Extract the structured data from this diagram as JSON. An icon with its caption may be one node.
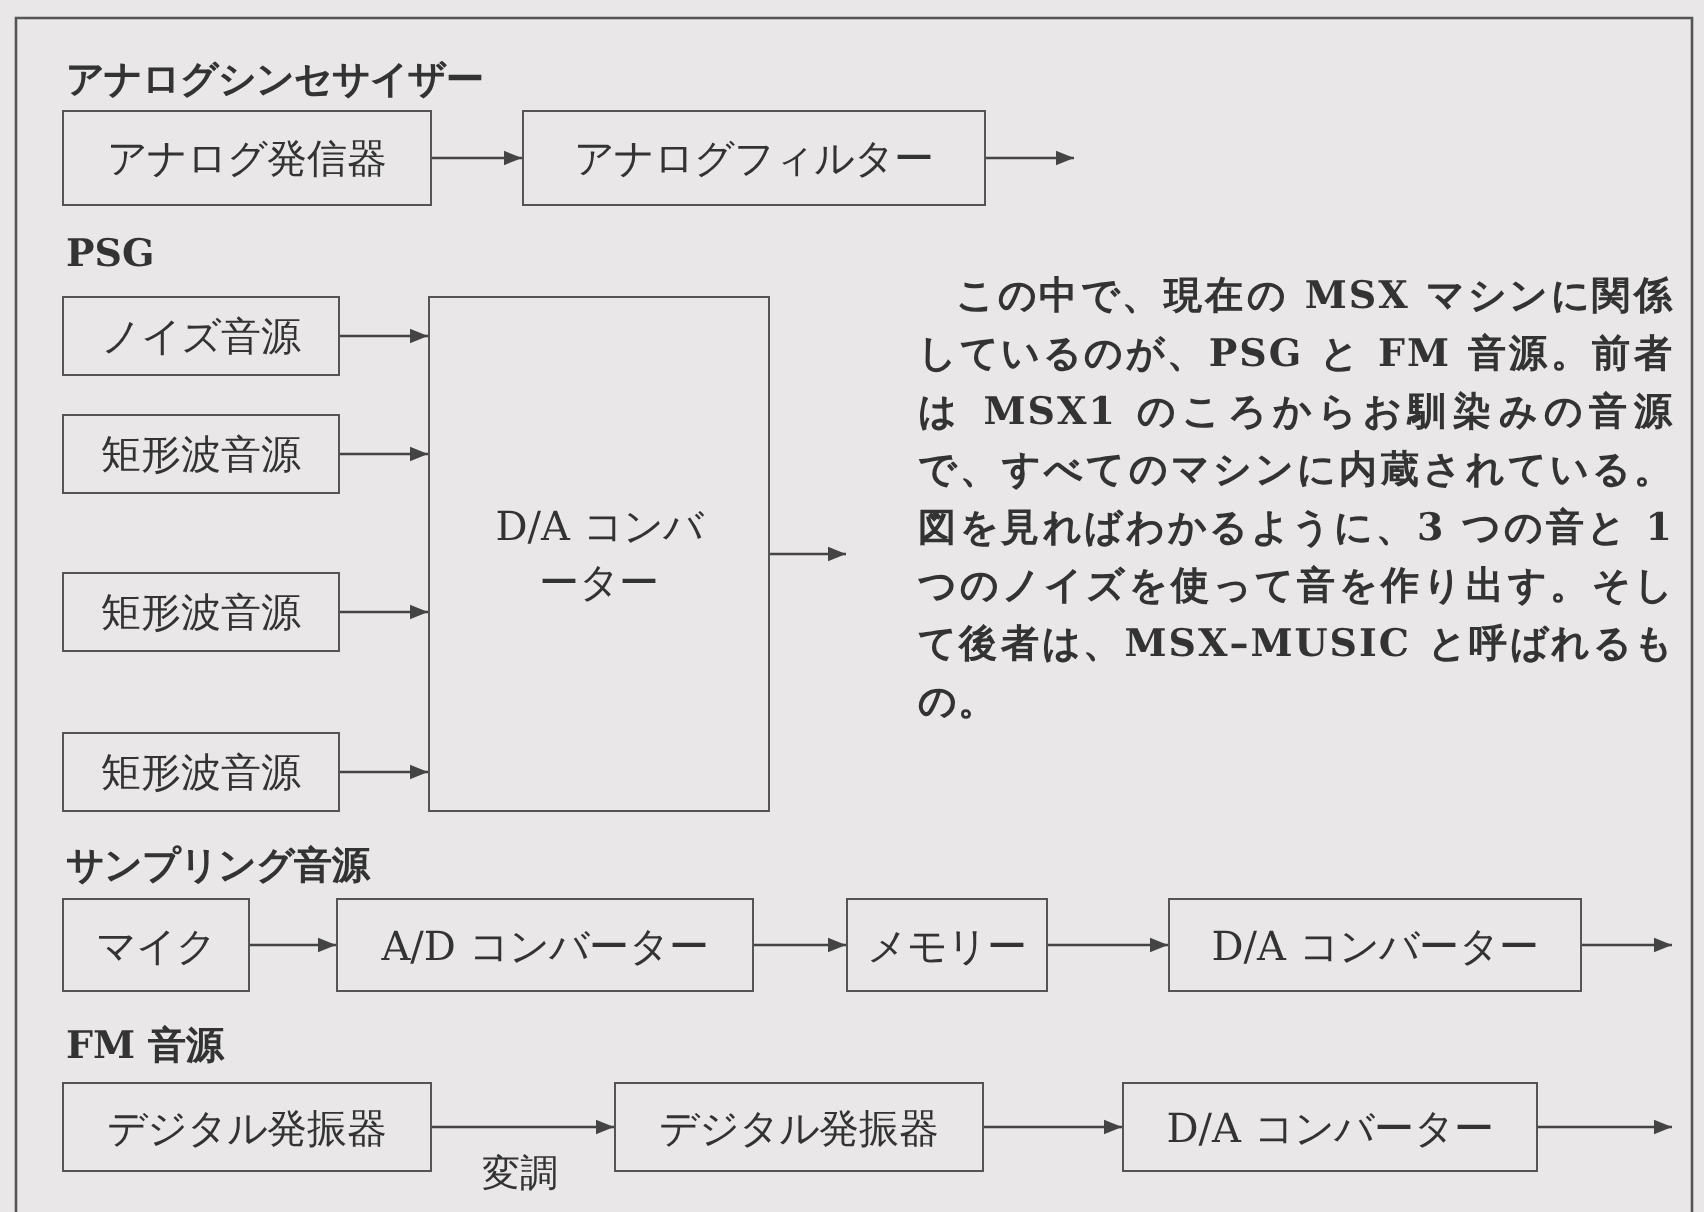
{
  "diagram": {
    "nodes": [
      {
        "text": [
          "アナログ発信器"
        ]
      },
      {
        "text": [
          "アナログフィルター"
        ]
      },
      {
        "text": [
          "ノイズ音源"
        ]
      },
      {
        "text": [
          "矩形波音源"
        ]
      },
      {
        "text": [
          "矩形波音源"
        ]
      },
      {
        "text": [
          "矩形波音源"
        ]
      },
      {
        "text": [
          "D/A コンバーター"
        ]
      },
      {
        "text": [
          "マイク"
        ]
      },
      {
        "text": [
          "A/D コンバーター"
        ]
      },
      {
        "text": [
          "メモリー"
        ]
      },
      {
        "text": [
          "D/A コンバーター"
        ]
      },
      {
        "text": [
          "デジタル発振器"
        ]
      },
      {
        "text": [
          "デジタル発振器"
        ]
      },
      {
        "text": [
          "D/A コンバーター"
        ]
      }
    ],
    "edges": [
      {
        "from": 0,
        "to": 1,
        "arrow": "to"
      },
      {
        "from": 1,
        "to": null,
        "arrow": "to"
      },
      {
        "from": 2,
        "to": 6,
        "arrow": "to"
      },
      {
        "from": 3,
        "to": 6,
        "arrow": "to"
      },
      {
        "from": 4,
        "to": 6,
        "arrow": "to"
      },
      {
        "from": 5,
        "to": 6,
        "arrow": "to"
      },
      {
        "from": 6,
        "to": null,
        "arrow": "to"
      },
      {
        "from": 7,
        "to": 8,
        "arrow": "to"
      },
      {
        "from": 8,
        "to": 9,
        "arrow": "to"
      },
      {
        "from": 9,
        "to": 10,
        "arrow": "to"
      },
      {
        "from": 10,
        "to": null,
        "arrow": "to"
      },
      {
        "from": 11,
        "to": 12,
        "label": "変調",
        "arrow": "to"
      },
      {
        "from": 12,
        "to": 13,
        "arrow": "to"
      },
      {
        "from": 13,
        "to": null,
        "arrow": "to"
      }
    ],
    "labels": [
      "アナログシンセサイザー",
      "PSG",
      "この中で、現在の MSX マシンに関係しているのが、PSG と FM 音源。前者は MSX1 のころからお馴染みの音源で、すべてのマシンに内蔵されている。図を見ればわかるように、3 つの音と 1 つのノイズを使って音を作り出す。そして後者は、MSX–MUSIC と呼ばれるもの。",
      "サンプリング音源",
      "FM 音源"
    ]
  }
}
